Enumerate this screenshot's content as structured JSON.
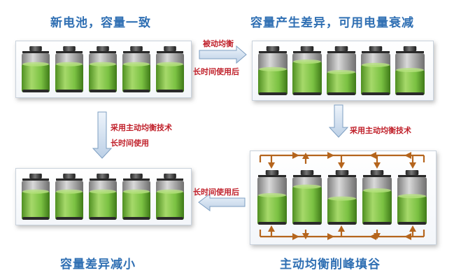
{
  "titles": {
    "top_left": "新电池，容量一致",
    "top_right": "容量产生差异，可用电量衰减",
    "bottom_left": "容量差异减小",
    "bottom_right": "主动均衡削峰填谷"
  },
  "notes": {
    "passive_1": "被动均衡",
    "passive_2": "长时间使用后",
    "active_left_1": "采用主动均衡技术",
    "active_left_2": "长时间使用",
    "active_right": "采用主动均衡技术",
    "long_use": "长时间使用后"
  },
  "colors": {
    "title": "#2f6fb3",
    "note": "#c0202a",
    "charge": "#7ac142",
    "balance_arrow": "#b5651d",
    "flow_arrow": "#c9d9ea"
  },
  "batteries": {
    "new": [
      0.72,
      0.72,
      0.72,
      0.72,
      0.72
    ],
    "aged": [
      0.62,
      0.8,
      0.55,
      0.72,
      0.6
    ],
    "balancing": [
      0.62,
      0.8,
      0.55,
      0.72,
      0.6
    ],
    "balanced": [
      0.72,
      0.72,
      0.72,
      0.72,
      0.72
    ]
  }
}
